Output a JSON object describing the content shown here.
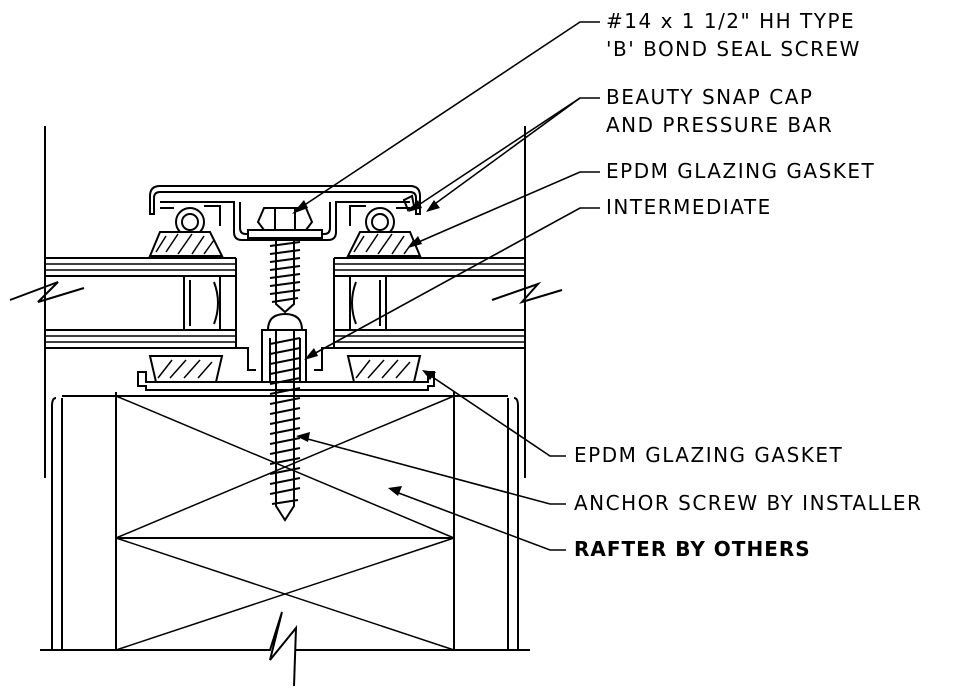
{
  "labels": {
    "screw_line1": "#14 x 1 1/2\" HH TYPE",
    "screw_line2": "'B' BOND SEAL SCREW",
    "cap_line1": "BEAUTY SNAP CAP",
    "cap_line2": "AND PRESSURE BAR",
    "gasket_top": "EPDM GLAZING GASKET",
    "intermediate": "INTERMEDIATE",
    "gasket_bottom": "EPDM GLAZING GASKET",
    "anchor_screw": "ANCHOR SCREW BY INSTALLER",
    "rafter": "RAFTER BY OTHERS"
  }
}
